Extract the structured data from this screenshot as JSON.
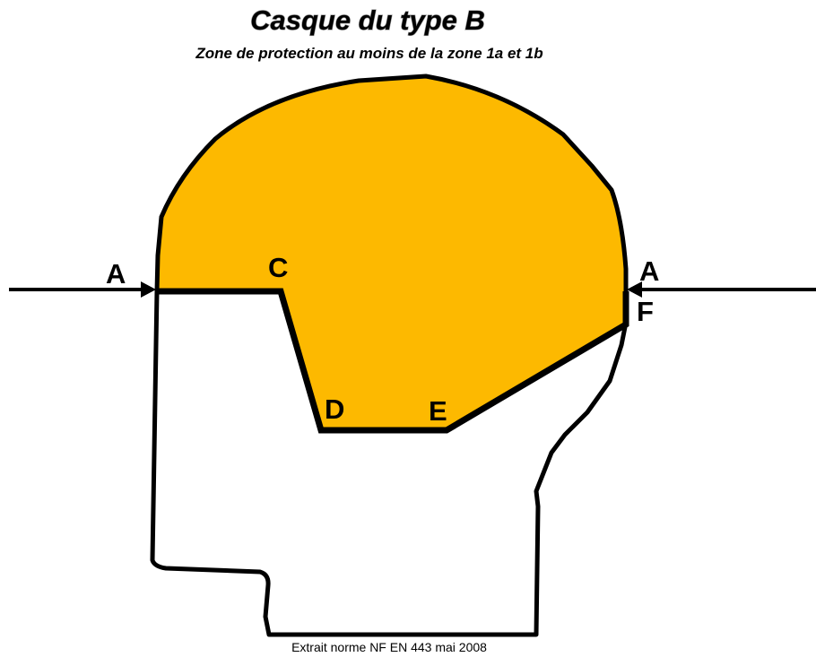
{
  "title": "Casque du type B",
  "subtitle": "Zone de protection au moins de la zone 1a et 1b",
  "source": "Extrait norme NF EN 443 mai 2008",
  "colors": {
    "protection_zone": "#FDB900",
    "outline": "#000000",
    "background": "#FFFFFF"
  },
  "points": {
    "a_left": "A",
    "a_right": "A",
    "c": "C",
    "d": "D",
    "e": "E",
    "f": "F"
  },
  "icons": {
    "left_arrow": "arrow-right-icon",
    "right_arrow": "arrow-left-icon"
  }
}
